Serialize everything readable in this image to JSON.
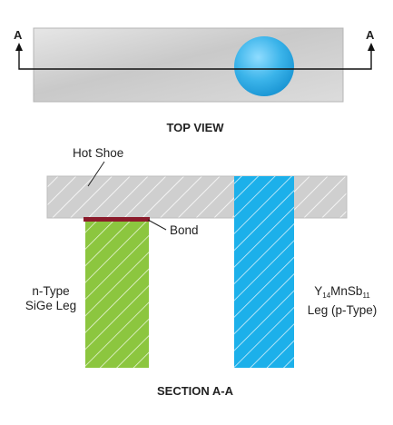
{
  "top_view": {
    "section_marker_left": "A",
    "section_marker_right": "A",
    "caption": "TOP VIEW"
  },
  "section": {
    "caption": "SECTION A-A",
    "hot_shoe_label": "Hot Shoe",
    "bond_label": "Bond",
    "n_leg_label_line1": "n-Type",
    "n_leg_label_line2": "SiGe Leg",
    "p_leg_formula_Y": "Y",
    "p_leg_formula_Y_sub": "14",
    "p_leg_formula_mid": "MnSb",
    "p_leg_formula_sub2": "11",
    "p_leg_label_line2": "Leg (p-Type)"
  },
  "colors": {
    "n_leg": "#8cc63f",
    "p_leg": "#1cb0ea",
    "bond": "#8b1c2c",
    "hot_shoe": "#c8c8c8",
    "circle": "#3bb0e6"
  }
}
